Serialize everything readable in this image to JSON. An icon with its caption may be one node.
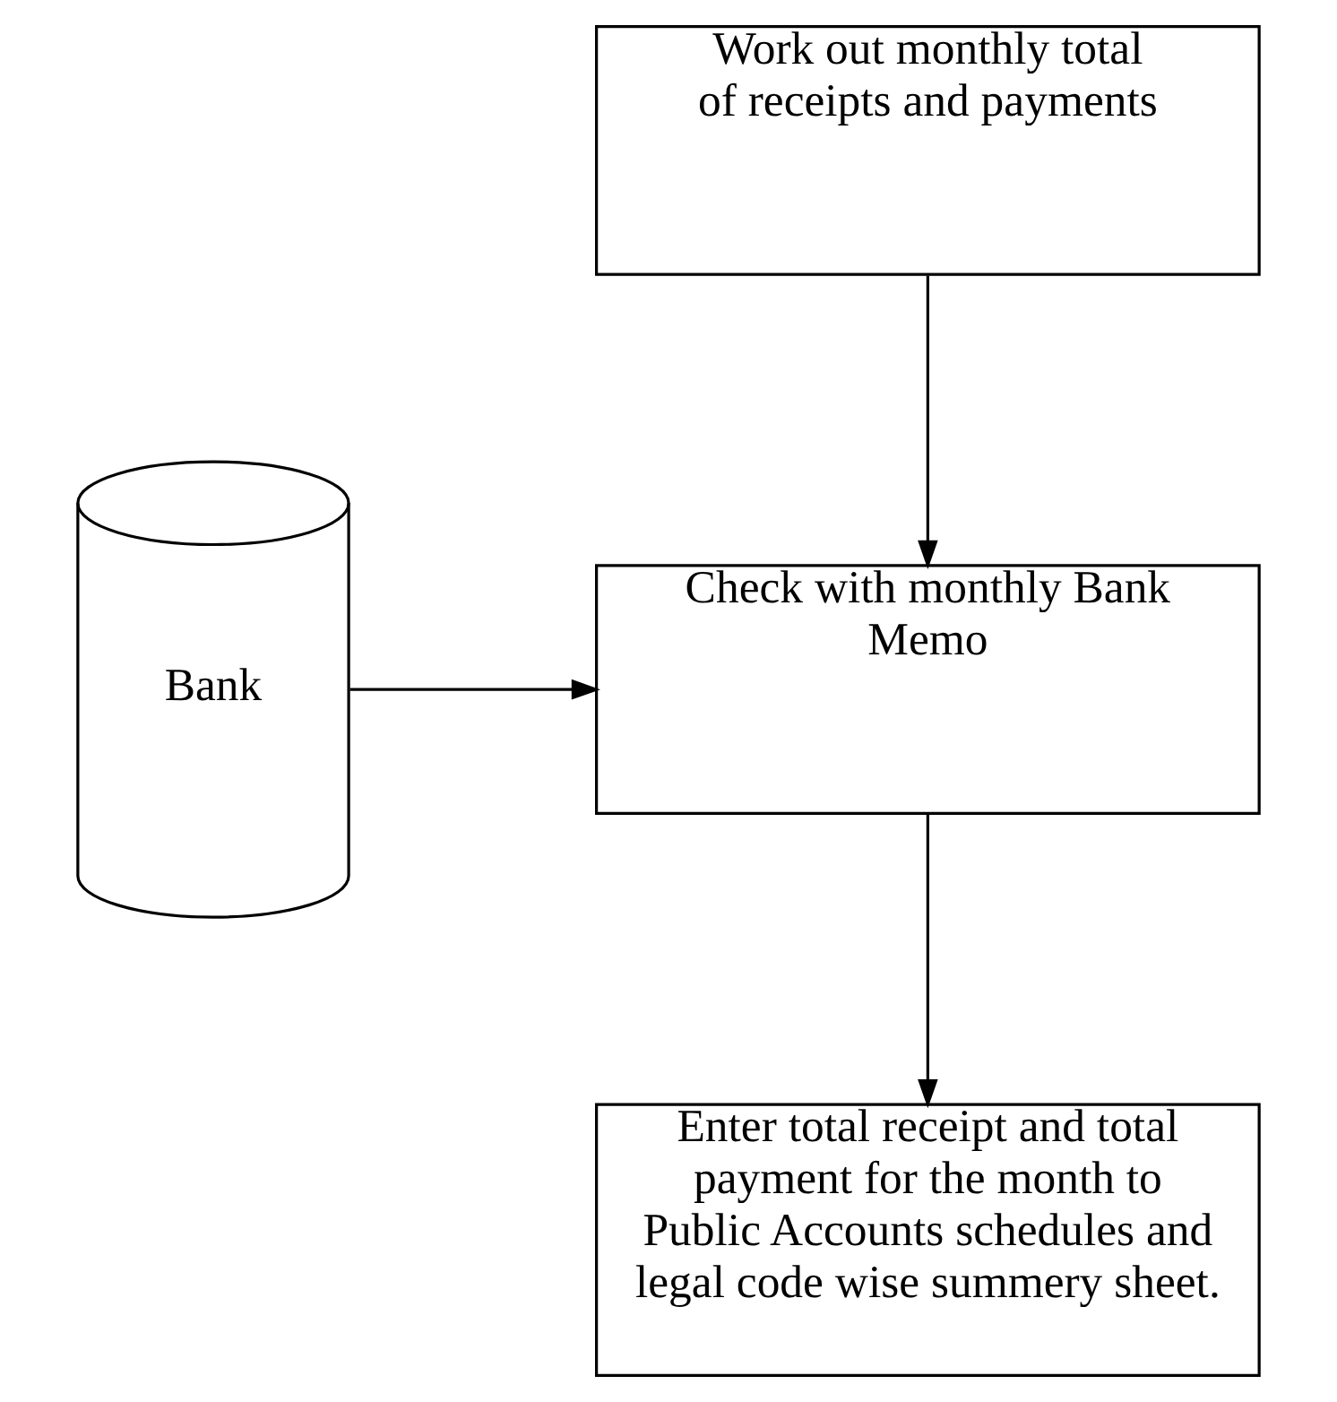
{
  "diagram": {
    "nodes": [
      {
        "text": [
          "Work out monthly total of receipts and payments"
        ]
      },
      {
        "text": [
          "Check with monthly Bank Memo"
        ]
      },
      {
        "text": [
          "Bank"
        ]
      },
      {
        "text": [
          "Enter total receipt and total payment for the month to Public Accounts schedules and legal code wise summery sheet."
        ]
      }
    ],
    "edges": [
      {
        "from": 0,
        "to": 1,
        "arrow": "to"
      },
      {
        "from": 2,
        "to": 1,
        "arrow": "to"
      },
      {
        "from": 1,
        "to": 3,
        "arrow": "to"
      }
    ]
  }
}
